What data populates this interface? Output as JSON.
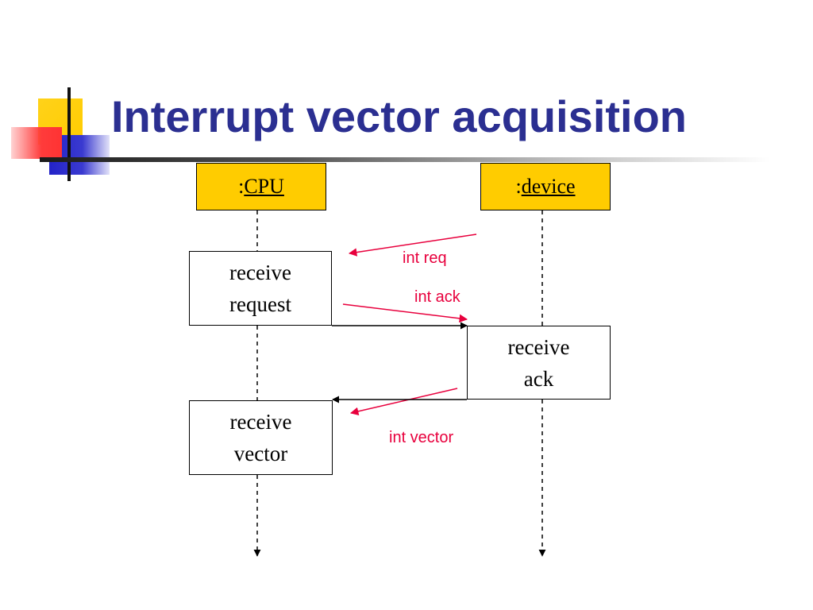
{
  "slide": {
    "title": "Interrupt vector acquisition"
  },
  "actors": {
    "cpu": {
      "prefix": ":",
      "name": "CPU"
    },
    "device": {
      "prefix": ":",
      "name": "device"
    }
  },
  "activations": {
    "receive_request": {
      "line1": "receive",
      "line2": "request"
    },
    "receive_ack": {
      "line1": "receive",
      "line2": "ack"
    },
    "receive_vector": {
      "line1": "receive",
      "line2": "vector"
    }
  },
  "messages": {
    "int_req": "int req",
    "int_ack": "int ack",
    "int_vector": "int vector"
  },
  "colors": {
    "title": "#2b2f91",
    "actor_fill": "#ffcc00",
    "message": "#e8003d",
    "deco_yellow": "#ffcc00",
    "deco_blue": "#3333cc",
    "deco_red": "#ff3333"
  }
}
